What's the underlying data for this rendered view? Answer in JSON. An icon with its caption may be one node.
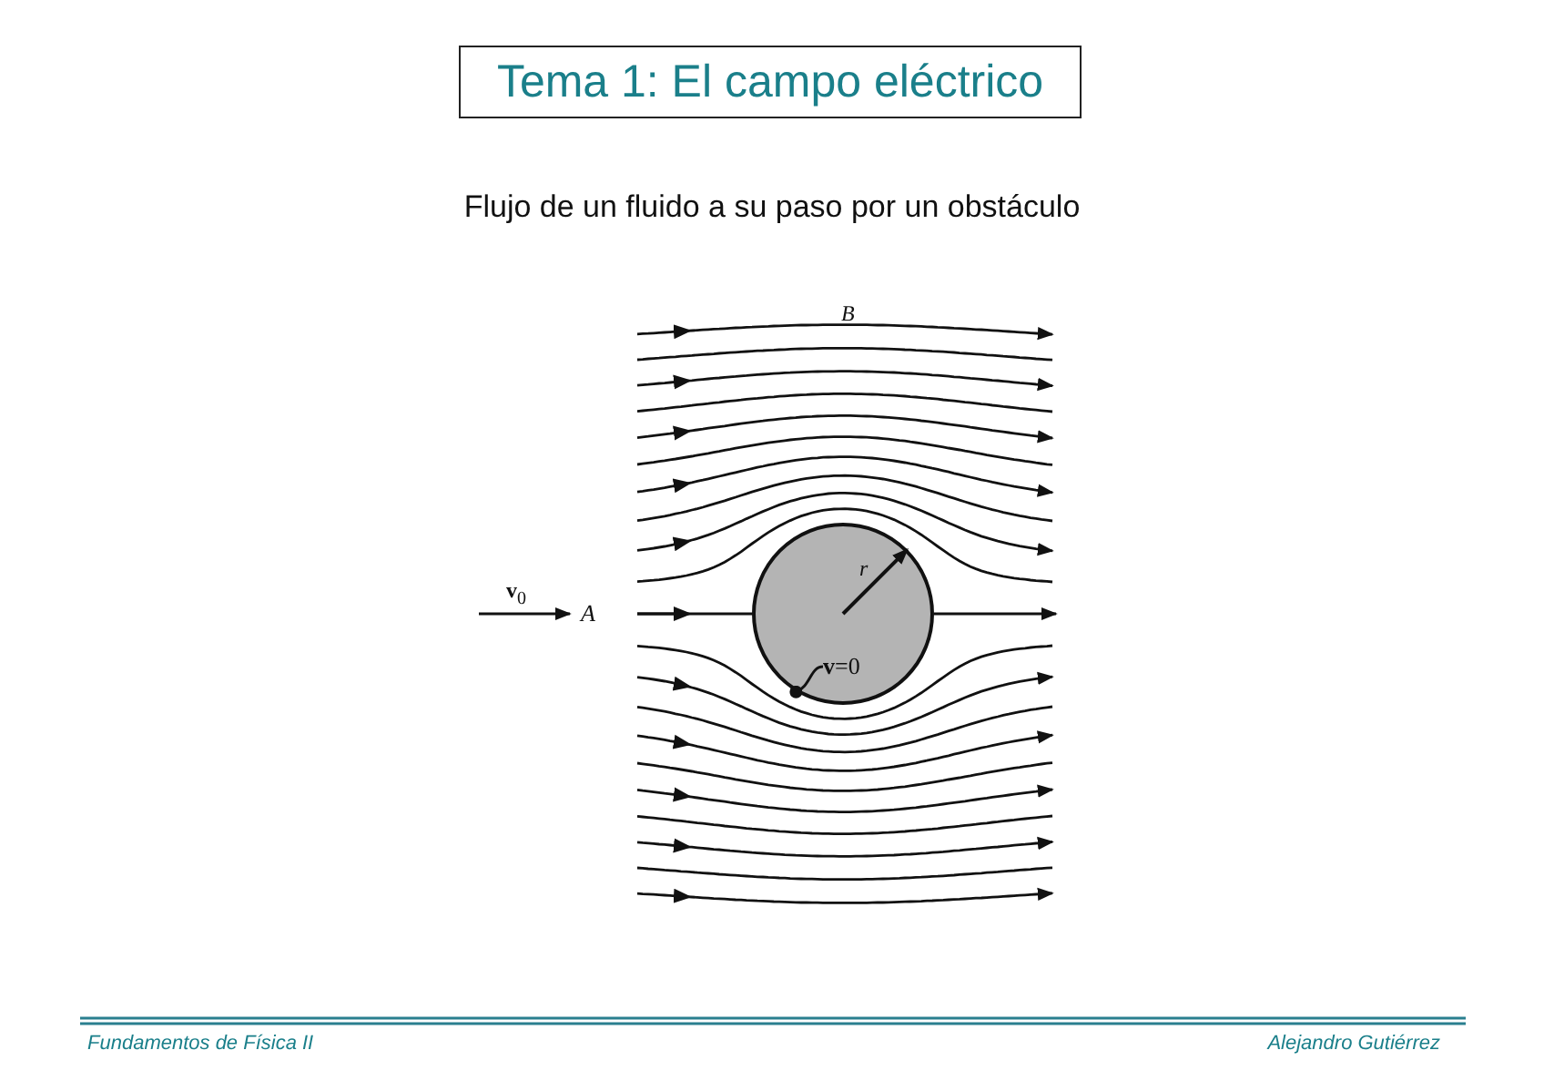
{
  "diagram": {
    "title": "Tema 1: El campo eléctrico",
    "nodes": [
      {
        "text": [],
        "shape": "circle"
      },
      {
        "text": [
          "**v**=0"
        ],
        "in": 0
      }
    ],
    "edges": [
      {
        "from": 1,
        "to": 0,
        "arrow": "other"
      }
    ],
    "labels": [
      "Flujo de un fluido a su paso por un obstáculo",
      "B",
      "**v**$_{0}$",
      "A",
      "r",
      "Fundamentos de Física II",
      "Alejandro Gutiérrez"
    ]
  }
}
